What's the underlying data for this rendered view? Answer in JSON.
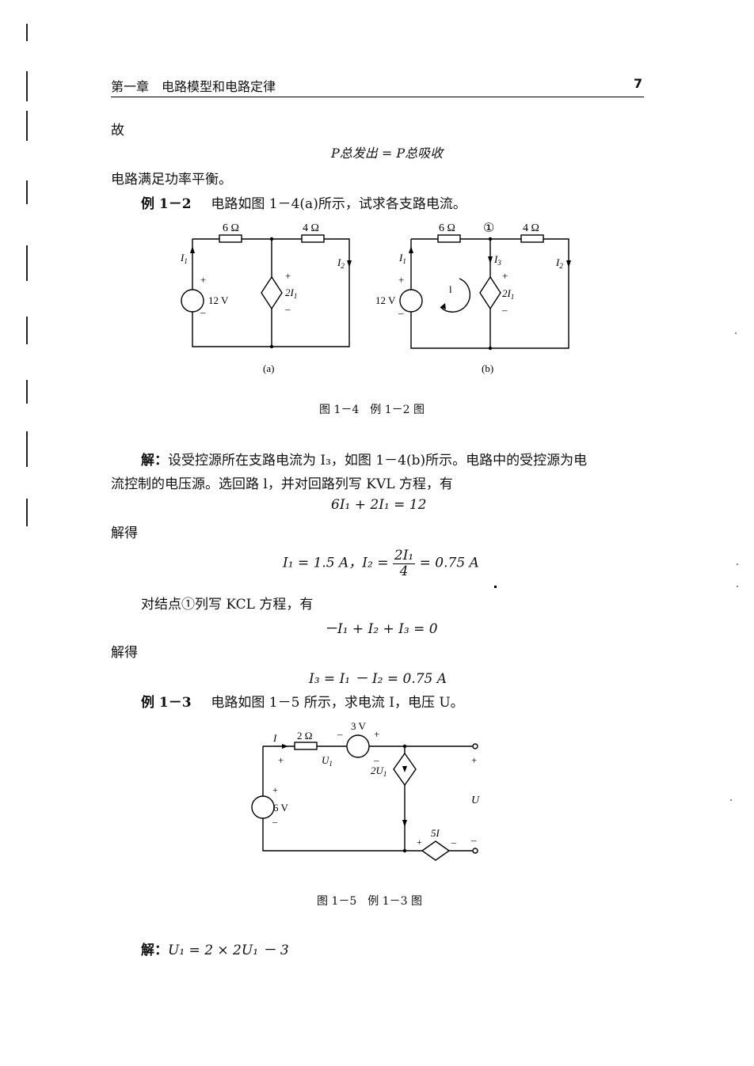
{
  "header": {
    "chapter": "第一章　电路模型和电路定律",
    "page_number": "7"
  },
  "body": {
    "line_gu": "故",
    "eq_power": "P总发出 = P总吸收",
    "power_balance": "电路满足功率平衡。",
    "ex2_label": "例 1－2",
    "ex2_text": "电路如图 1－4(a)所示，试求各支路电流。",
    "fig4_caption": "图 1－4　例 1－2 图",
    "sol1_label": "解：",
    "sol1_line1": "设受控源所在支路电流为 I₃，如图 1－4(b)所示。电路中的受控源为电",
    "sol1_line2": "流控制的电压源。选回路 l，并对回路列写 KVL 方程，有",
    "eq_kvl": "6I₁ + 2I₁ = 12",
    "jiede1": "解得",
    "eq_i1_part": "I₁ = 1.5 A，I₂ =",
    "eq_i2_num": "2I₁",
    "eq_i2_den": "4",
    "eq_i2_result": "= 0.75 A",
    "kcl_text": "对结点①列写 KCL 方程，有",
    "eq_kcl": "－I₁ + I₂ + I₃ = 0",
    "jiede2": "解得",
    "eq_i3": "I₃ = I₁ － I₂ = 0.75 A",
    "ex3_label": "例 1－3",
    "ex3_text": "电路如图 1－5 所示，求电流 I，电压 U。",
    "fig5_caption": "图 1－5　例 1－3 图",
    "sol2_label": "解：",
    "sol2_eq": "U₁ = 2 × 2U₁ － 3"
  },
  "fig4a": {
    "r1": "6 Ω",
    "r2": "4 Ω",
    "i1": "I",
    "i1_sub": "1",
    "i2": "I",
    "i2_sub": "2",
    "vsrc": "12 V",
    "dep": "2I",
    "dep_sub": "1",
    "plus": "+",
    "minus": "–",
    "label": "(a)"
  },
  "fig4b": {
    "r1": "6 Ω",
    "r2": "4 Ω",
    "node": "①",
    "i1": "I",
    "i1_sub": "1",
    "i2": "I",
    "i2_sub": "2",
    "i3": "I",
    "i3_sub": "3",
    "vsrc": "12 V",
    "loop": "l",
    "dep": "2I",
    "dep_sub": "1",
    "plus": "+",
    "minus": "–",
    "label": "(b)"
  },
  "fig5": {
    "i": "I",
    "r": "2 Ω",
    "vs3": "3 V",
    "u1": "U",
    "u1_sub": "1",
    "vs6": "6 V",
    "dep1": "2U",
    "dep1_sub": "1",
    "dep2": "5I",
    "u": "U",
    "plus": "+",
    "minus": "–"
  }
}
